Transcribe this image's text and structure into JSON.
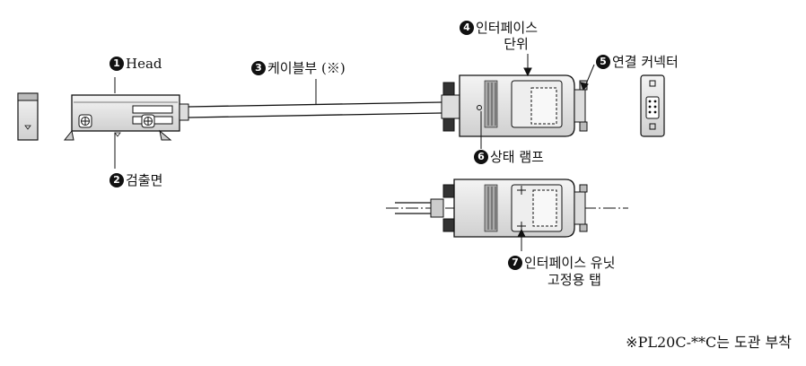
{
  "labels": {
    "head": {
      "num": "1",
      "text": "Head"
    },
    "detect": {
      "num": "2",
      "text": "검출면"
    },
    "cable": {
      "num": "3",
      "text": "케이블부 (※)"
    },
    "interface": {
      "num": "4",
      "line1": "인터페이스",
      "line2": "단위"
    },
    "connector": {
      "num": "5",
      "text": "연결 커넥터"
    },
    "lamp": {
      "num": "6",
      "text": "상태 램프"
    },
    "tab": {
      "num": "7",
      "line1": "인터페이스 유닛",
      "line2": "고정용 탭"
    }
  },
  "note": "※PL20C-**C는 도관 부착",
  "colors": {
    "ink": "#111111",
    "fill": "#e6e6e6",
    "dark": "#333333"
  }
}
